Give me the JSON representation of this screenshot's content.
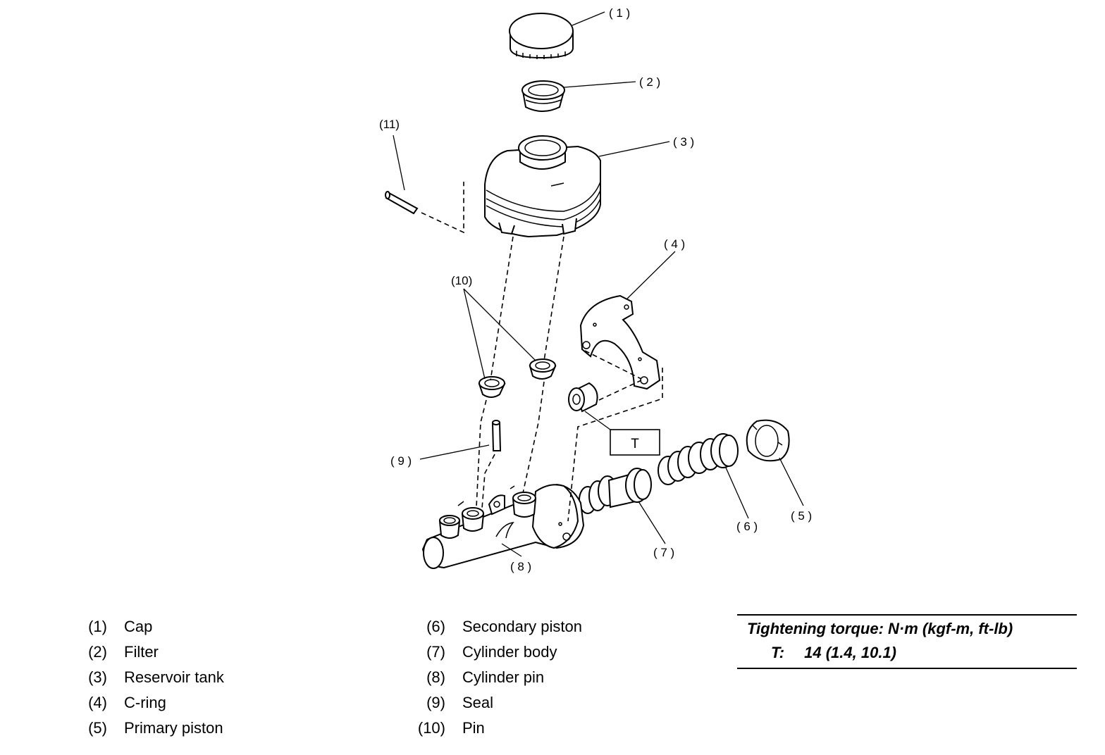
{
  "callouts": {
    "c1": "( 1 )",
    "c2": "( 2 )",
    "c3": "( 3 )",
    "c4": "( 4 )",
    "c5": "( 5 )",
    "c6": "( 6 )",
    "c7": "( 7 )",
    "c8": "( 8 )",
    "c9": "( 9 )",
    "c10": "(10)",
    "c11": "(11)",
    "torque_box": "T"
  },
  "legend": {
    "left": [
      {
        "num": "(1)",
        "name": "Cap"
      },
      {
        "num": "(2)",
        "name": "Filter"
      },
      {
        "num": "(3)",
        "name": "Reservoir tank"
      },
      {
        "num": "(4)",
        "name": "C-ring"
      },
      {
        "num": "(5)",
        "name": "Primary piston"
      }
    ],
    "right": [
      {
        "num": "(6)",
        "name": "Secondary piston"
      },
      {
        "num": "(7)",
        "name": "Cylinder body"
      },
      {
        "num": "(8)",
        "name": "Cylinder pin"
      },
      {
        "num": "(9)",
        "name": "Seal"
      },
      {
        "num": "(10)",
        "name": "Pin"
      }
    ]
  },
  "torque": {
    "header": "Tightening torque: N·m (kgf-m, ft-lb)",
    "label": "T:",
    "value": "14 (1.4, 10.1)"
  }
}
